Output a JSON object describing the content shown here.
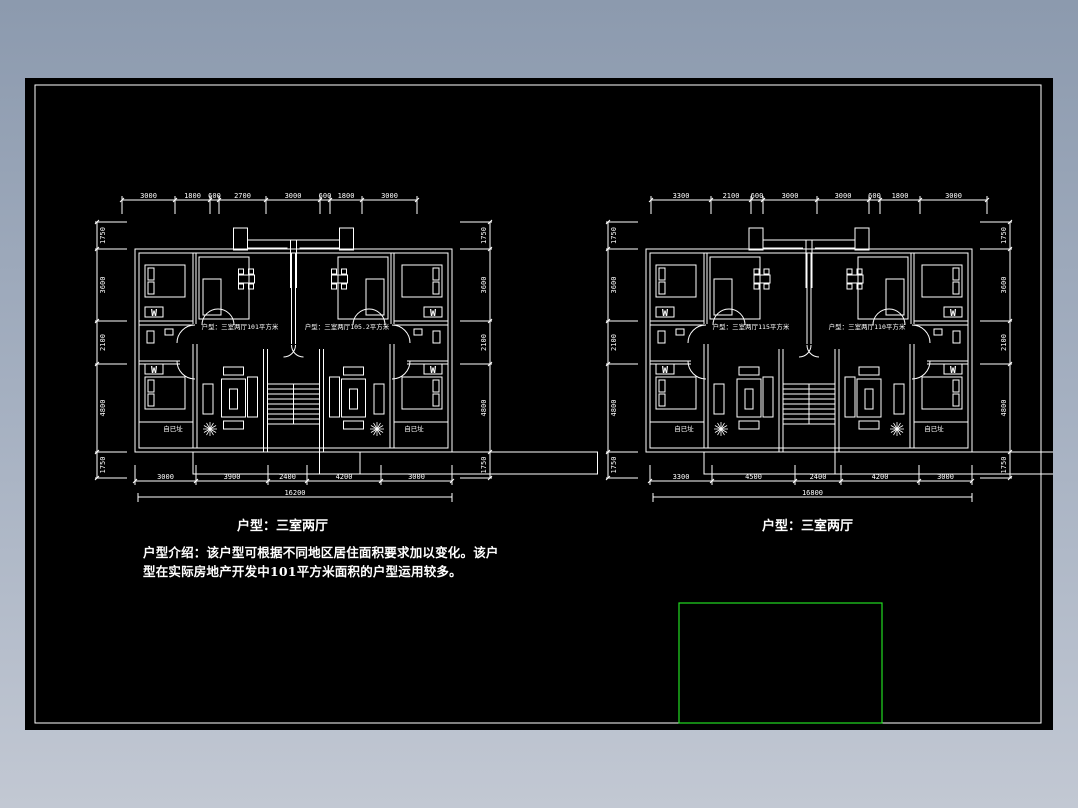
{
  "drawing": {
    "background": "#000000",
    "line_color": "#ffffff",
    "viewport_color": "#22dd22"
  },
  "plans": [
    {
      "id": "left",
      "title": "户型：三室两厅",
      "top_dims": [
        "3000",
        "1800",
        "600",
        "2700",
        "3000",
        "600",
        "1800",
        "3000"
      ],
      "bottom_dims": [
        "3000",
        "3900",
        "2400",
        "4200",
        "3000"
      ],
      "total_width": "16200",
      "side_dims": [
        "1750",
        "3600",
        "2100",
        "4800",
        "1750"
      ],
      "unit_labels": [
        "户型：三室两厅101平方米",
        "户型：三室两厅105.2平方米"
      ],
      "room_labels": [
        "自已址",
        "自已址"
      ]
    },
    {
      "id": "right",
      "title": "户型：三室两厅",
      "top_dims": [
        "3300",
        "2100",
        "600",
        "3000",
        "3000",
        "600",
        "1800",
        "3000"
      ],
      "bottom_dims": [
        "3300",
        "4500",
        "2400",
        "4200",
        "3000"
      ],
      "total_width": "16800",
      "side_dims": [
        "1750",
        "3600",
        "2100",
        "4800",
        "1750"
      ],
      "unit_labels": [
        "户型：三室两厅115平方米",
        "户型：三室两厅110平方米"
      ],
      "room_labels": [
        "自已址",
        "自已址"
      ]
    }
  ],
  "description": {
    "line1": "户型介绍：该户型可根据不同地区居住面积要求加以变化。该户",
    "line2": "型在实际房地产开发中101平方米面积的户型运用较多。"
  }
}
